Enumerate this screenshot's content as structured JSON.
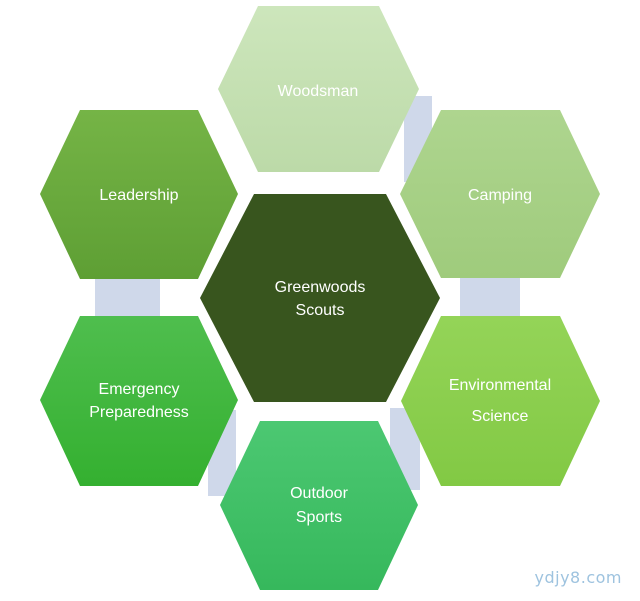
{
  "diagram": {
    "center": {
      "line1": "Greenwoods",
      "line2": "Scouts",
      "color": "#38551e"
    },
    "nodes": {
      "woodsman": {
        "line1": "Woodsman",
        "line2": "",
        "color": "#c4dfb3"
      },
      "camping": {
        "line1": "Camping",
        "line2": "",
        "color": "#a6cf86"
      },
      "environmental": {
        "line1": "Environmental",
        "line2": "Science",
        "color": "#8ccf4d"
      },
      "outdoor": {
        "line1": "Outdoor",
        "line2": "Sports",
        "color": "#3fbf67"
      },
      "emergency": {
        "line1": "Emergency",
        "line2": "Preparedness",
        "color": "#3db43c"
      },
      "leadership": {
        "line1": "Leadership",
        "line2": "",
        "color": "#68ab3c"
      }
    },
    "connector_color": "#cfd8ea"
  },
  "watermark": "ydjy8.com"
}
